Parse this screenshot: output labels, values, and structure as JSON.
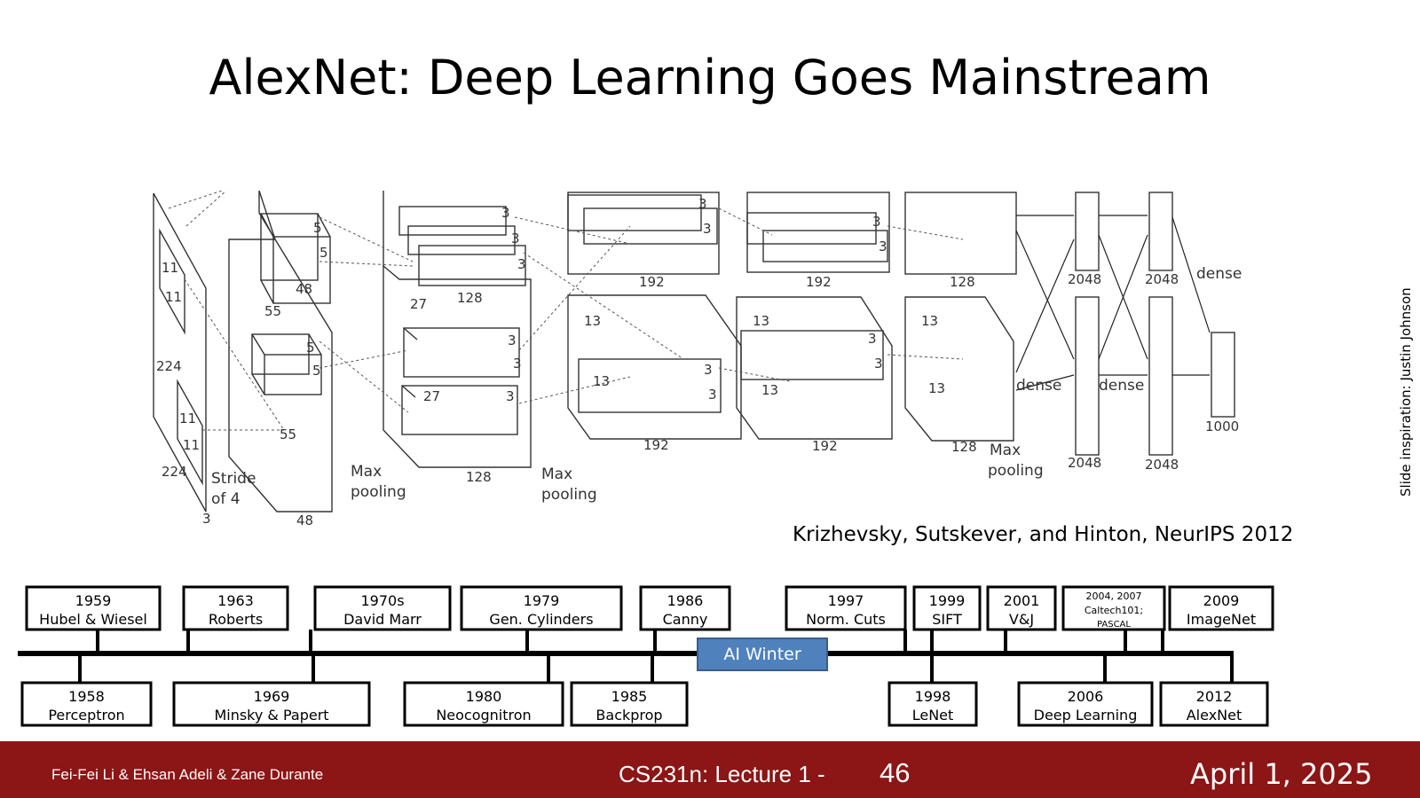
{
  "slide": {
    "title": "AlexNet: Deep Learning Goes Mainstream",
    "citation": "Krizhevsky, Sutskever, and Hinton, NeurIPS 2012",
    "side_note": "Slide inspiration: Justin Johnson"
  },
  "diagram": {
    "labels": {
      "in_11a": "11",
      "in_11b": "11",
      "in_224a": "224",
      "in_11c": "11",
      "in_11d": "11",
      "in_224b": "224",
      "in_stride1": "Stride",
      "in_stride2": "of 4",
      "in_3": "3",
      "c1_55a": "55",
      "c1_55b": "55",
      "c1_5a": "5",
      "c1_5b": "5",
      "c1_5c": "5",
      "c1_5d": "5",
      "c1_48a": "48",
      "c1_48b": "48",
      "mp1a": "Max",
      "mp1b": "pooling",
      "c2_3a": "3",
      "c2_3b": "3",
      "c2_3c": "3",
      "c2_3d": "3",
      "c2_3e": "3",
      "c2_3f": "3",
      "c2_27a": "27",
      "c2_27b": "27",
      "c2_128a": "128",
      "c2_128b": "128",
      "mp2a": "Max",
      "mp2b": "pooling",
      "c3_3a": "3",
      "c3_3b": "3",
      "c3_3c": "3",
      "c3_3d": "3",
      "c3_13a": "13",
      "c3_13b": "13",
      "c3_192a": "192",
      "c3_192b": "192",
      "c4_3a": "3",
      "c4_3b": "3",
      "c4_3c": "3",
      "c4_3d": "3",
      "c4_13a": "13",
      "c4_13b": "13",
      "c4_192a": "192",
      "c4_192b": "192",
      "c5_13a": "13",
      "c5_13b": "13",
      "c5_128a": "128",
      "c5_128b": "128",
      "mp3a": "Max",
      "mp3b": "pooling",
      "fc_2048a": "2048",
      "fc_2048b": "2048",
      "fc_2048c": "2048",
      "fc_2048d": "2048",
      "dense_a": "dense",
      "dense_b": "dense",
      "dense_c": "dense",
      "out_1000": "1000"
    }
  },
  "timeline": {
    "ai_winter": "AI Winter",
    "top": [
      {
        "year": "1959",
        "label": "Hubel & Wiesel"
      },
      {
        "year": "1963",
        "label": "Roberts"
      },
      {
        "year": "1970s",
        "label": "David Marr"
      },
      {
        "year": "1979",
        "label": "Gen. Cylinders"
      },
      {
        "year": "1986",
        "label": "Canny"
      },
      {
        "year": "1997",
        "label": "Norm. Cuts"
      },
      {
        "year": "1999",
        "label": "SIFT"
      },
      {
        "year": "2001",
        "label": "V&J"
      },
      {
        "year": "2004, 2007",
        "label": "Caltech101;",
        "label2": "PASCAL"
      },
      {
        "year": "2009",
        "label": "ImageNet"
      }
    ],
    "bottom": [
      {
        "year": "1958",
        "label": "Perceptron"
      },
      {
        "year": "1969",
        "label": "Minsky & Papert"
      },
      {
        "year": "1980",
        "label": "Neocognitron"
      },
      {
        "year": "1985",
        "label": "Backprop"
      },
      {
        "year": "1998",
        "label": "LeNet"
      },
      {
        "year": "2006",
        "label": "Deep Learning"
      },
      {
        "year": "2012",
        "label": "AlexNet"
      }
    ]
  },
  "footer": {
    "authors": "Fei-Fei Li & Ehsan Adeli & Zane Durante",
    "course": "CS231n: Lecture 1 -",
    "page": "46",
    "date": "April 1, 2025"
  }
}
